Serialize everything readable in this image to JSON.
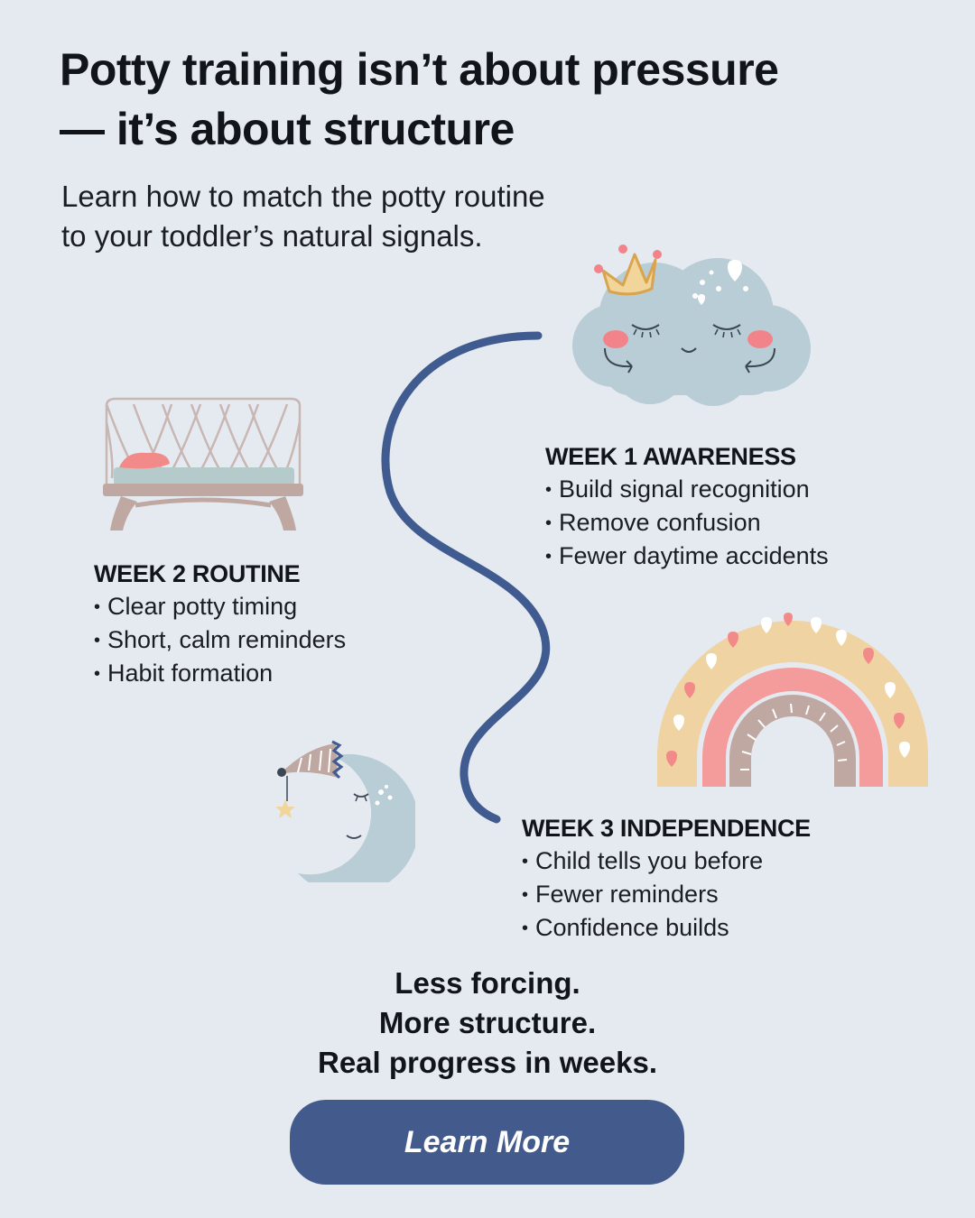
{
  "headline": {
    "line1": "Potty training isn’t about pressure",
    "line2": "— it’s about structure"
  },
  "subhead": {
    "line1": "Learn how to match the potty routine",
    "line2": "to your toddler’s natural signals."
  },
  "weeks": [
    {
      "title": "WEEK 1 AWARENESS",
      "items": [
        "Build signal recognition",
        "Remove confusion",
        "Fewer daytime accidents"
      ]
    },
    {
      "title": "WEEK 2 ROUTINE",
      "items": [
        "Clear potty timing",
        "Short, calm reminders",
        "Habit formation"
      ]
    },
    {
      "title": "WEEK 3 INDEPENDENCE",
      "items": [
        "Child tells you before",
        "Fewer reminders",
        "Confidence builds"
      ]
    }
  ],
  "tagline": {
    "line1": "Less forcing.",
    "line2": "More structure.",
    "line3": "Real progress in weeks."
  },
  "cta": {
    "label": "Learn More"
  },
  "illustrations": [
    "cloud-with-crown",
    "baby-crib",
    "rainbow-with-hearts",
    "sleeping-moon"
  ],
  "colors": {
    "background": "#e5eaf0",
    "path_line": "#3f5b8f",
    "button": "#435b8c",
    "cloud": "#b8cdd5",
    "blush": "#f2838a",
    "rainbow_outer": "#efd3a2",
    "rainbow_middle": "#f49b9b",
    "rainbow_inner": "#bfa8a2"
  }
}
